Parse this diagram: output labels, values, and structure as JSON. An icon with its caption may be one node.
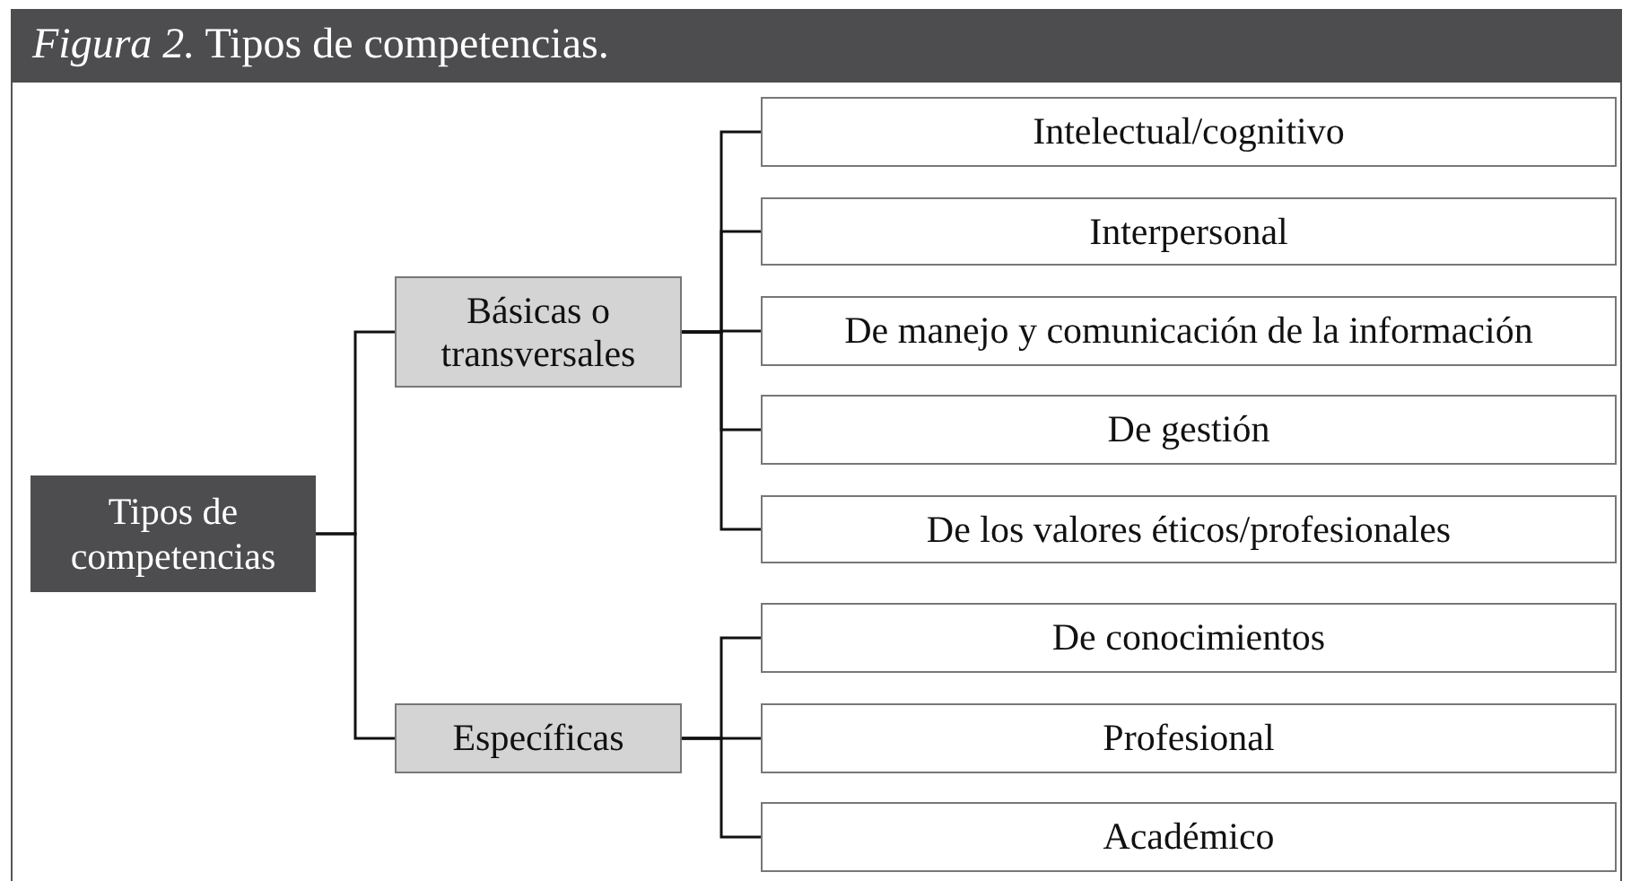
{
  "diagram": {
    "title": "*Figura 2.* Tipos de competencias.",
    "nodes": [
      {
        "text": [
          "Tipos de competencias"
        ]
      },
      {
        "text": [
          "Básicas o transversales"
        ]
      },
      {
        "text": [
          "Específicas"
        ]
      },
      {
        "text": [
          "Intelectual/cognitivo"
        ]
      },
      {
        "text": [
          "Interpersonal"
        ]
      },
      {
        "text": [
          "De manejo y comunicación de la información"
        ]
      },
      {
        "text": [
          "De gestión"
        ]
      },
      {
        "text": [
          "De los valores éticos/profesionales"
        ]
      },
      {
        "text": [
          "De conocimientos"
        ]
      },
      {
        "text": [
          "Profesional"
        ]
      },
      {
        "text": [
          "Académico"
        ]
      }
    ],
    "edges": [
      {
        "from": 0,
        "to": 1,
        "arrow": "none"
      },
      {
        "from": 0,
        "to": 2,
        "arrow": "none"
      },
      {
        "from": 1,
        "to": 3,
        "arrow": "none"
      },
      {
        "from": 1,
        "to": 4,
        "arrow": "none"
      },
      {
        "from": 1,
        "to": 5,
        "arrow": "none"
      },
      {
        "from": 1,
        "to": 6,
        "arrow": "none"
      },
      {
        "from": 1,
        "to": 7,
        "arrow": "none"
      },
      {
        "from": 2,
        "to": 8,
        "arrow": "none"
      },
      {
        "from": 2,
        "to": 9,
        "arrow": "none"
      },
      {
        "from": 2,
        "to": 10,
        "arrow": "none"
      }
    ]
  }
}
